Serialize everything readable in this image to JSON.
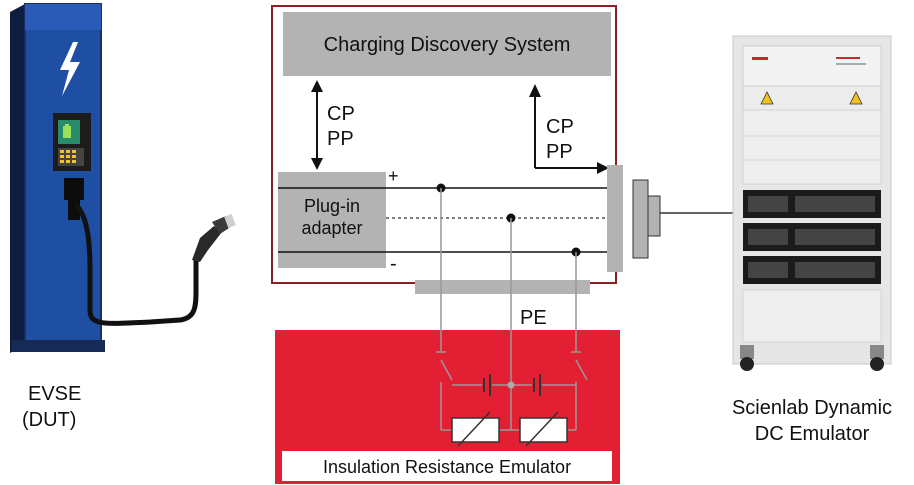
{
  "evse": {
    "line1": "EVSE",
    "line2": "(DUT)"
  },
  "cds": {
    "title": "Charging Discovery System"
  },
  "signals_left": {
    "cp": "CP",
    "pp": "PP"
  },
  "signals_right": {
    "cp": "CP",
    "pp": "PP"
  },
  "adapter": {
    "line1": "Plug-in",
    "line2": "adapter"
  },
  "polarity": {
    "plus": "+",
    "minus": "-"
  },
  "pe": {
    "label": "PE"
  },
  "ire": {
    "label": "Insulation Resistance Emulator"
  },
  "emulator": {
    "line1": "Scienlab Dynamic",
    "line2": "DC Emulator"
  },
  "colors": {
    "frame": "#8c1f22",
    "gray_block": "#b3b3b3",
    "ire_red": "#e21f33",
    "evse_blue": "#1f4fa3",
    "evse_dark": "#17243f"
  }
}
